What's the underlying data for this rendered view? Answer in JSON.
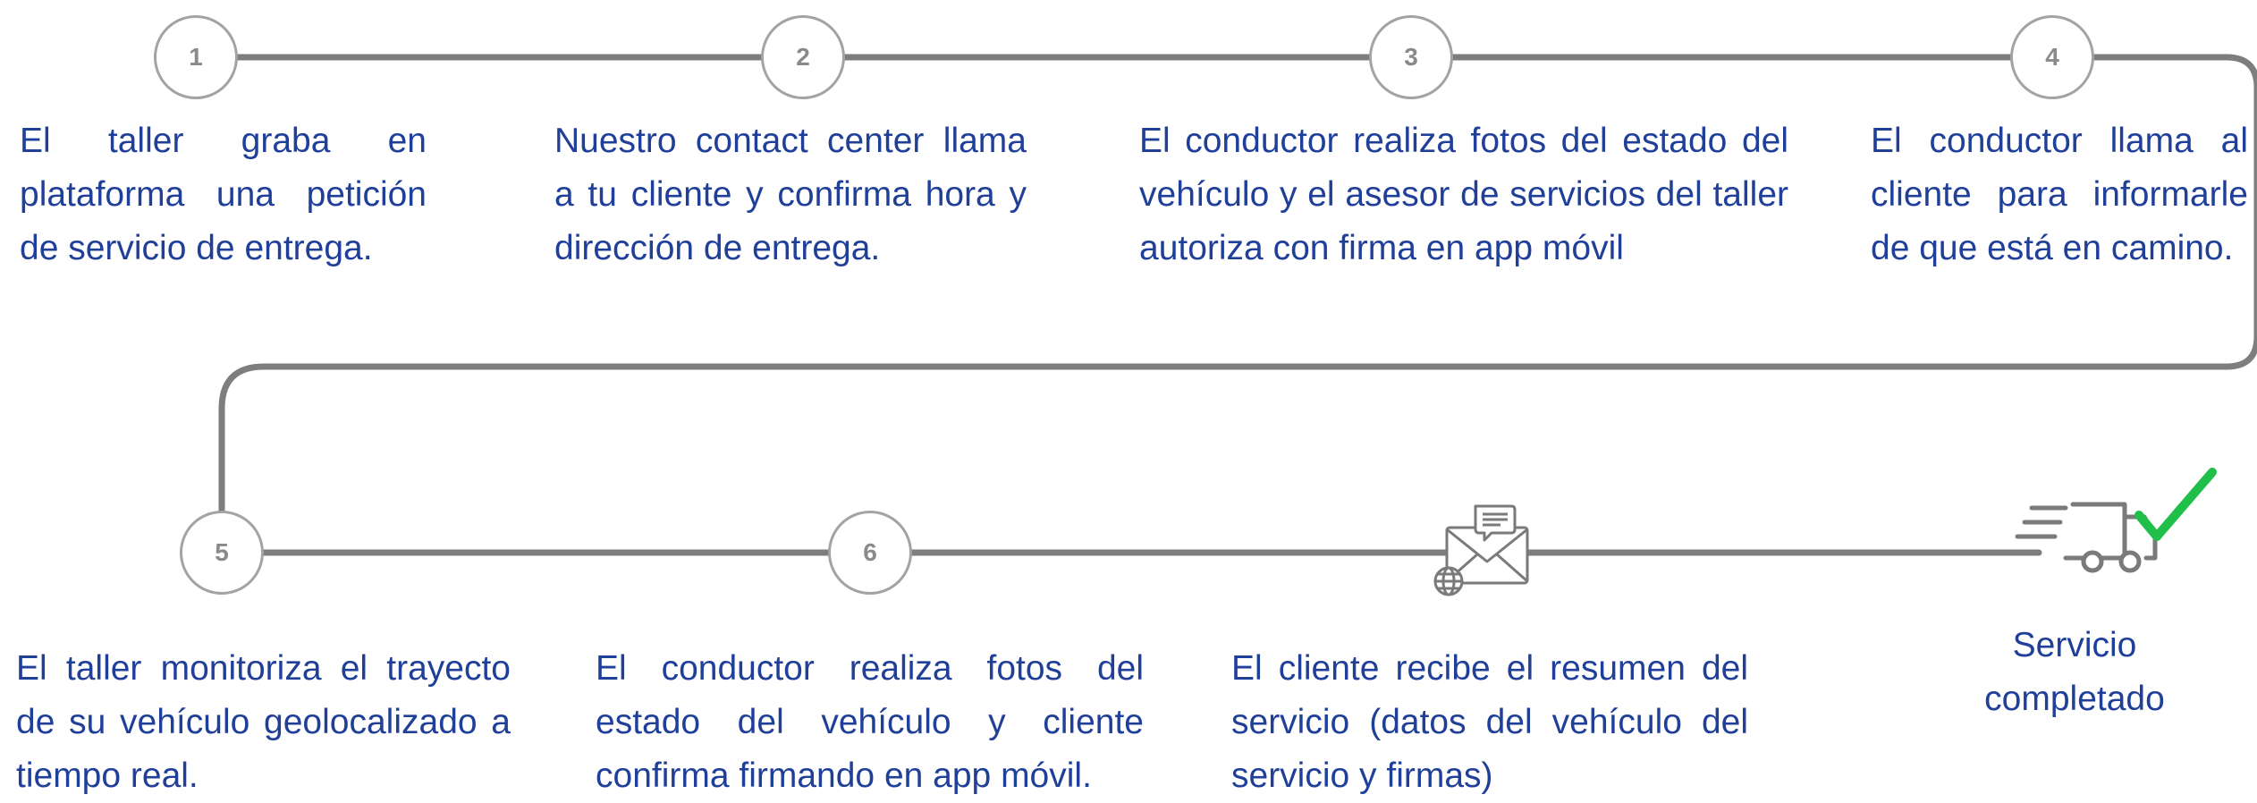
{
  "colors": {
    "line": "#7e7e7e",
    "node_border": "#a3a3a3",
    "node_text": "#8a8a8a",
    "text": "#1f3f99",
    "check": "#1fbf4a",
    "icon": "#7a7a7a"
  },
  "steps": [
    {
      "number": "1",
      "text": "El taller graba en plataforma una petición de servicio de entrega."
    },
    {
      "number": "2",
      "text": "Nuestro contact center llama a tu cliente y confirma hora y dirección de entrega."
    },
    {
      "number": "3",
      "text": "El conductor realiza fotos del estado del vehículo y el asesor de servicios del taller autoriza con firma en app móvil"
    },
    {
      "number": "4",
      "text": "El conductor llama al cliente para informarle de que está en camino."
    },
    {
      "number": "5",
      "text": "El taller monitoriza el trayecto de su vehículo geolocalizado a tiempo real."
    },
    {
      "number": "6",
      "text": "El conductor realiza fotos del estado del vehículo y cliente confirma firmando en app móvil."
    }
  ],
  "email_step": {
    "icon": "email-globe-icon",
    "text": "El cliente recibe el resumen del servicio (datos del vehículo  del servicio y firmas)"
  },
  "final_step": {
    "icon": "delivery-truck-check-icon",
    "text": "Servicio completado"
  }
}
